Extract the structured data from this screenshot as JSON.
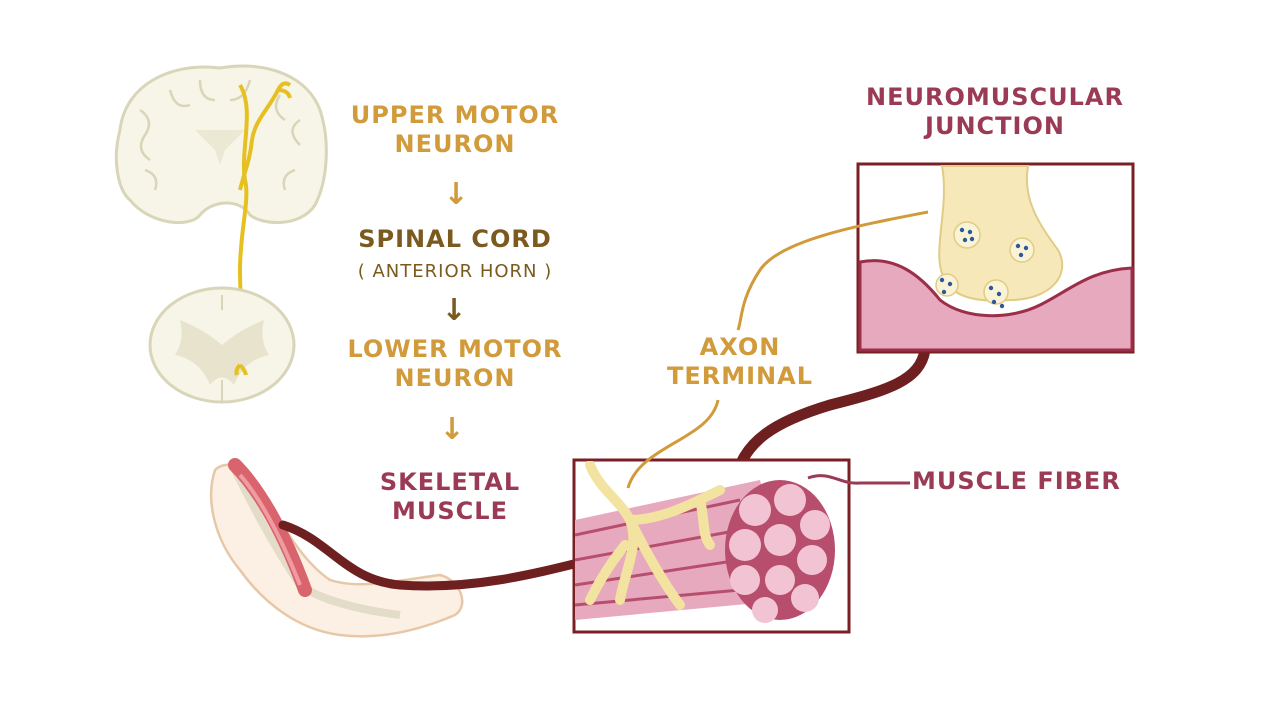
{
  "flow": {
    "upper_motor_neuron": [
      "UPPER MOTOR",
      "NEURON"
    ],
    "spinal_cord": "SPINAL CORD",
    "anterior_horn": "( ANTERIOR HORN )",
    "lower_motor_neuron": [
      "LOWER MOTOR",
      "NEURON"
    ],
    "skeletal_muscle": [
      "SKELETAL",
      "MUSCLE"
    ],
    "arrow_glyph": "↓"
  },
  "labels": {
    "neuromuscular_junction": [
      "NEUROMUSCULAR",
      "JUNCTION"
    ],
    "axon_terminal": [
      "AXON",
      "TERMINAL"
    ],
    "muscle_fiber": "MUSCLE FIBER"
  },
  "colors": {
    "gold_text": "#d19a3a",
    "brown_text": "#7a5a1e",
    "maroon_text": "#9b3a55",
    "nerve": "#6e1f1f",
    "axon_yellow": "#f3e3a0",
    "muscle_pink": "#e7a9bd",
    "neuron_tract": "#e6c020",
    "vesicle_dots": "#2a5a9a"
  }
}
